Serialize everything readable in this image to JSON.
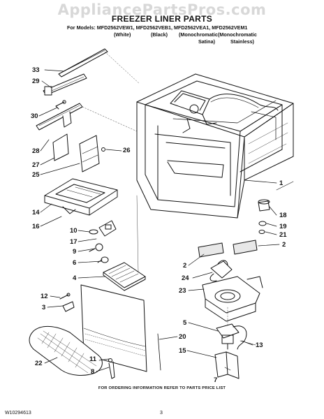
{
  "watermark": "AppliancePartsPros.com",
  "title": "FREEZER LINER PARTS",
  "models_line": "For Models: MFD2562VEW1, MFD2562VEB1, MFD2562VEA1, MFD2562VEM1",
  "variants": {
    "white": "(White)",
    "black": "(Black)",
    "mono_satina_1": "(Monochromatic",
    "mono_satina_2": "Satina)",
    "mono_stainless_1": "(Monochromatic",
    "mono_stainless_2": "Stainless)"
  },
  "callouts": {
    "c33": "33",
    "c29": "29",
    "c30": "30",
    "c28": "28",
    "c27": "27",
    "c25": "25",
    "c26": "26",
    "c14": "14",
    "c16": "16",
    "c10": "10",
    "c17": "17",
    "c9": "9",
    "c6": "6",
    "c4": "4",
    "c12": "12",
    "c3": "3",
    "c22": "22",
    "c11": "11",
    "c8": "8",
    "c1": "1",
    "c18": "18",
    "c19": "19",
    "c21": "21",
    "c2a": "2",
    "c2b": "2",
    "c24": "24",
    "c23": "23",
    "c5": "5",
    "c20": "20",
    "c13": "13",
    "c15": "15",
    "c7": "7"
  },
  "footer_note": "FOR ORDERING INFORMATION REFER TO PARTS PRICE LIST",
  "doc_number": "W10294613",
  "page_number": "3"
}
